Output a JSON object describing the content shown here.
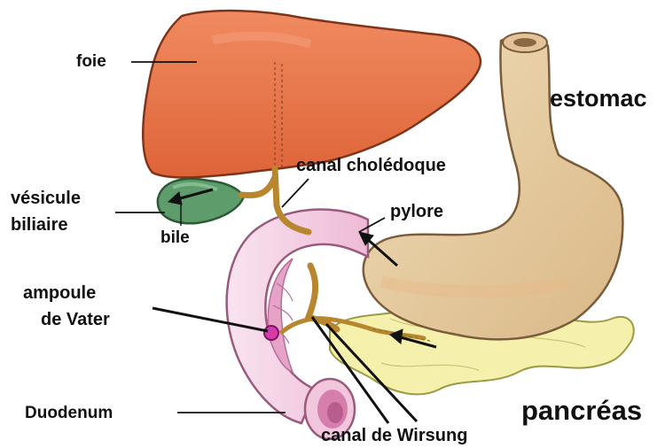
{
  "labels": {
    "foie": "foie",
    "estomac": "estomac",
    "canal_choledoque": "canal cholédoque",
    "vesicule_line1": "vésicule",
    "vesicule_line2": "biliaire",
    "bile": "bile",
    "pylore": "pylore",
    "ampoule_line1": "ampoule",
    "ampoule_line2": "de Vater",
    "duodenum": "Duodenum",
    "pancreas": "pancréas",
    "canal_wirsung": "canal de Wirsung"
  },
  "colors": {
    "liver": "#e9724a",
    "liver_shadow": "#c5532f",
    "gallbladder": "#5d9a6a",
    "stomach": "#e9cfa4",
    "stomach_shadow": "#c9a67a",
    "pancreas": "#f4f0a8",
    "duodenum": "#f4d3e7",
    "duodenum_inner": "#d985b4",
    "duct": "#b8862e",
    "ampoule": "#d43aa8"
  }
}
